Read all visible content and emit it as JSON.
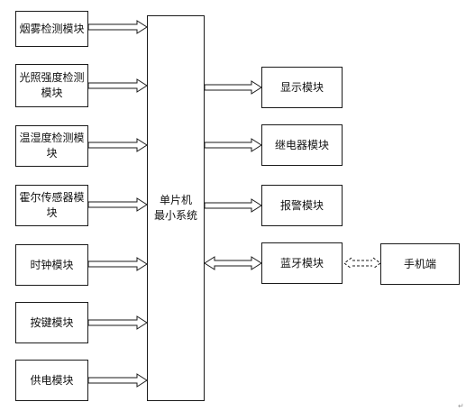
{
  "diagram": {
    "input_modules": [
      {
        "id": "smoke",
        "label": "烟雾检测模块"
      },
      {
        "id": "light",
        "label": "光照强度检测模块"
      },
      {
        "id": "temp-humidity",
        "label": "温湿度检测模块"
      },
      {
        "id": "hall",
        "label": "霍尔传感器模块"
      },
      {
        "id": "clock",
        "label": "时钟模块"
      },
      {
        "id": "keys",
        "label": "按键模块"
      },
      {
        "id": "power",
        "label": "供电模块"
      }
    ],
    "mcu": {
      "line1": "单片机",
      "line2": "最小系统"
    },
    "output_modules": [
      {
        "id": "display",
        "label": "显示模块"
      },
      {
        "id": "relay",
        "label": "继电器模块"
      },
      {
        "id": "alarm",
        "label": "报警模块"
      }
    ],
    "bluetooth": {
      "label": "蓝牙模块"
    },
    "phone": {
      "label": "手机端"
    },
    "corner_mark": "↵"
  }
}
